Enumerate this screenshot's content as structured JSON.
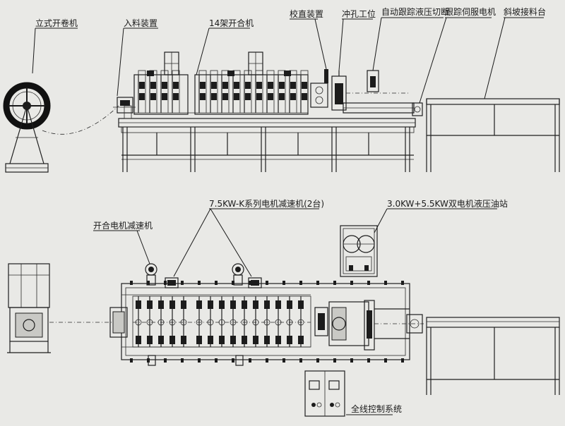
{
  "labels": {
    "decoiler": "立式开卷机",
    "feeding": "入料装置",
    "roll_former": "14架开合机",
    "straightener": "校直装置",
    "punching": "冲孔工位",
    "hydraulic_cut": "自动跟踪液压切断",
    "servo": "跟踪伺服电机",
    "tilt_table": "斜坡接料台",
    "reducer_2": "7.5KW-K系列电机减速机(2台)",
    "hydraulic_station": "3.0KW+5.5KW双电机液压油站",
    "reducer_1": "开合电机减速机",
    "control": "全线控制系统"
  }
}
